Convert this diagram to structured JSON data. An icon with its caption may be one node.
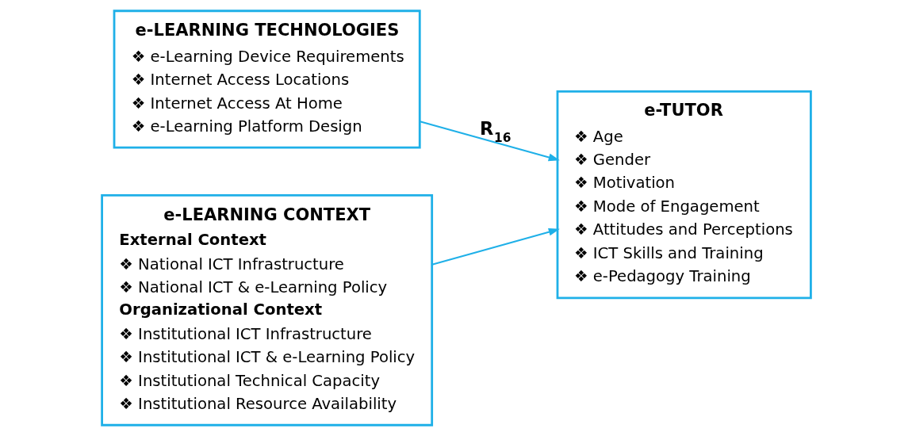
{
  "diagram": {
    "nodes": [
      {
        "text": [
          "e-LEARNING TECHNOLOGIES",
          "❖ e-Learning Device Requirements",
          "❖ Internet Access Locations",
          "❖ Internet Access At Home",
          "❖ e-Learning Platform Design"
        ]
      },
      {
        "text": [
          "e-TUTOR",
          "❖ Age",
          "❖ Gender",
          "❖ Motivation",
          "❖ Mode of Engagement",
          "❖ Attitudes and Perceptions",
          "❖ ICT Skills and Training",
          "❖ e-Pedagogy Training"
        ]
      },
      {
        "text": [
          "e-LEARNING CONTEXT",
          "External Context",
          "❖ National ICT Infrastructure",
          "❖ National ICT & e-Learning Policy",
          "Organizational Context",
          "❖ Institutional ICT Infrastructure",
          "❖ Institutional ICT & e-Learning Policy",
          "❖ Institutional Technical Capacity",
          "❖ Institutional Resource Availability"
        ]
      }
    ],
    "edges": [
      {
        "from": 0,
        "to": 1,
        "arrow": "to",
        "label": "R$_{16}$"
      },
      {
        "from": 2,
        "to": 1,
        "arrow": "to"
      }
    ]
  }
}
